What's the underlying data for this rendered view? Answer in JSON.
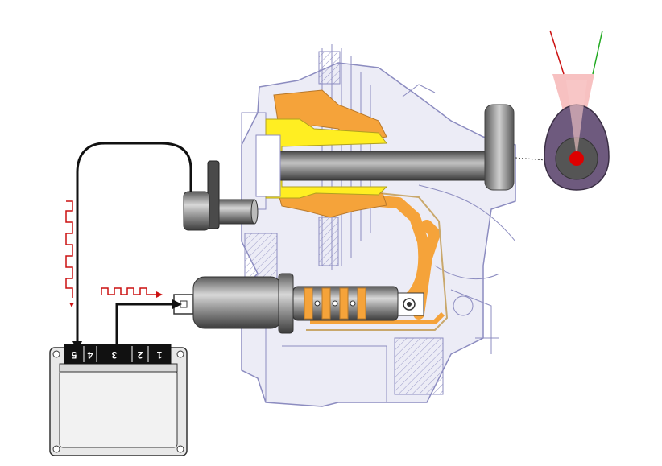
{
  "ecu": {
    "pins": [
      "5",
      "4",
      "3",
      "2",
      "1"
    ]
  },
  "colors": {
    "engine_outline": "#8c8cc0",
    "engine_fill": "#e9e9f4",
    "oil_yellow": "#ffee22",
    "oil_orange": "#f5a33a",
    "signal_red": "#cc1111",
    "wire": "#111111",
    "cam_body": "#6e5a7e",
    "cam_core": "#555555",
    "cam_center": "#dd0000",
    "beam_pink": "#f8b8b8",
    "line_green": "#22aa22"
  }
}
